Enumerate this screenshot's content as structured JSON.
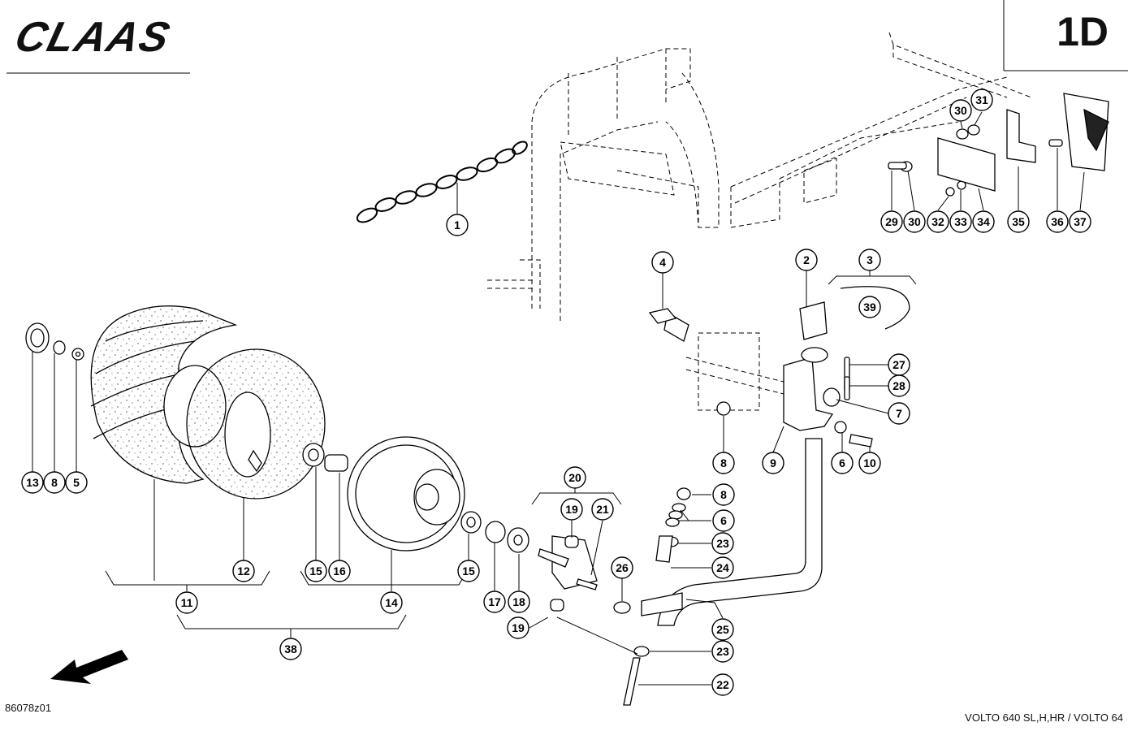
{
  "header": {
    "brand": "CLAAS",
    "page_code": "1D"
  },
  "footer": {
    "drawing_number": "86078z01",
    "model": "VOLTO 640 SL,H,HR / VOLTO 64"
  },
  "callouts": [
    "1",
    "2",
    "3",
    "4",
    "5",
    "6",
    "7",
    "8",
    "9",
    "10",
    "11",
    "12",
    "13",
    "14",
    "15",
    "16",
    "17",
    "18",
    "19",
    "20",
    "21",
    "22",
    "23",
    "24",
    "25",
    "26",
    "27",
    "28",
    "29",
    "30",
    "31",
    "32",
    "33",
    "34",
    "35",
    "36",
    "37",
    "38",
    "39"
  ]
}
